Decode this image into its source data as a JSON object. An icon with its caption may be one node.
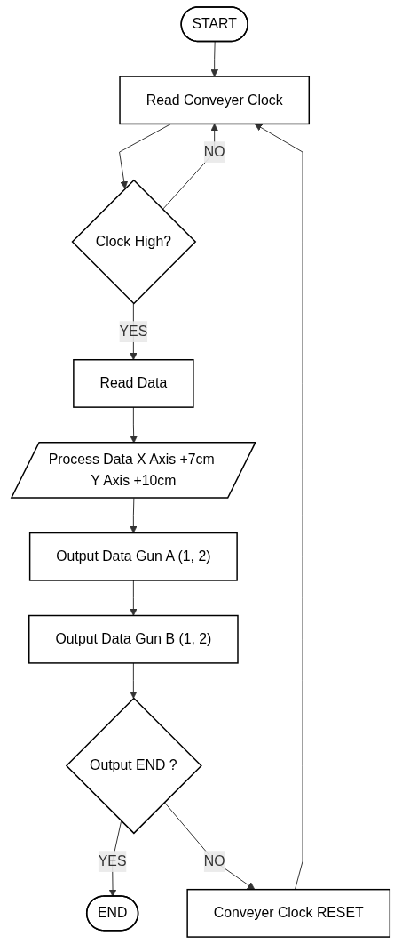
{
  "diagram": {
    "nodes": [
      {
        "text": [
          "START"
        ]
      },
      {
        "text": [
          "Read Conveyer Clock"
        ]
      },
      {
        "text": [
          "Clock High?"
        ]
      },
      {
        "text": [
          "Read Data"
        ]
      },
      {
        "text": [
          "Process Data X Axis +7cm Y Axis +10cm"
        ]
      },
      {
        "text": [
          "Output Data Gun A (1, 2)"
        ]
      },
      {
        "text": [
          "Output Data Gun B (1, 2)"
        ]
      },
      {
        "text": [
          "Output END ?"
        ]
      },
      {
        "text": [
          "Conveyer Clock RESET"
        ]
      },
      {
        "text": [
          "END"
        ]
      }
    ],
    "edges": [
      {
        "from": 0,
        "to": 1,
        "arrow": "to"
      },
      {
        "from": 1,
        "to": 2,
        "arrow": "to"
      },
      {
        "from": 2,
        "to": 1,
        "arrow": "to",
        "label": "NO"
      },
      {
        "from": 2,
        "to": 3,
        "arrow": "to",
        "label": "YES"
      },
      {
        "from": 3,
        "to": 4,
        "arrow": "to"
      },
      {
        "from": 4,
        "to": 5,
        "arrow": "to"
      },
      {
        "from": 5,
        "to": 6,
        "arrow": "to"
      },
      {
        "from": 6,
        "to": 7,
        "arrow": "to"
      },
      {
        "from": 7,
        "to": 9,
        "arrow": "to",
        "label": "YES"
      },
      {
        "from": 7,
        "to": 8,
        "arrow": "to",
        "label": "NO"
      },
      {
        "from": 8,
        "to": 1,
        "arrow": "to"
      }
    ]
  }
}
